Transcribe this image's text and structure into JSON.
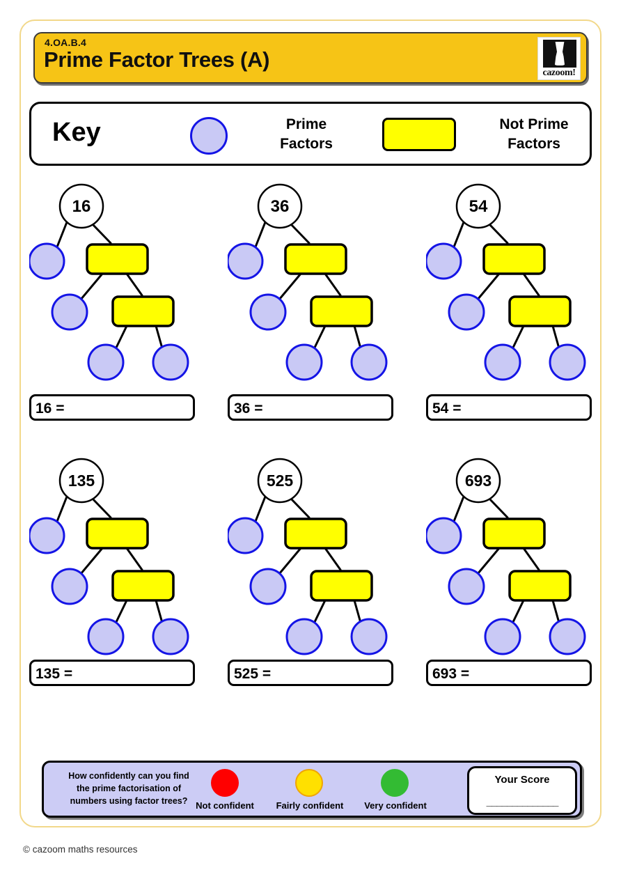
{
  "page": {
    "standard_code": "4.OA.B.4",
    "title": "Prime Factor Trees (A)",
    "copyright": "© cazoom maths resources",
    "logo_word": "cazoom!",
    "frame_color": "#f2d88a",
    "banner_color": "#f6c416"
  },
  "key": {
    "label": "Key",
    "prime_label": "Prime\nFactors",
    "prime_line1": "Prime",
    "prime_line2": "Factors",
    "not_prime_line1": "Not Prime",
    "not_prime_line2": "Factors",
    "prime_circle_fill": "#c9c9f5",
    "prime_circle_stroke": "#1414e6",
    "not_prime_fill": "#ffff00",
    "not_prime_stroke": "#000000"
  },
  "trees": [
    {
      "number": "16",
      "answer_prefix": "16 ="
    },
    {
      "number": "36",
      "answer_prefix": "36 ="
    },
    {
      "number": "54",
      "answer_prefix": "54 ="
    },
    {
      "number": "135",
      "answer_prefix": "135 ="
    },
    {
      "number": "525",
      "answer_prefix": "525 ="
    },
    {
      "number": "693",
      "answer_prefix": "693 ="
    }
  ],
  "confidence": {
    "question_line1": "How confidently can you find",
    "question_line2": "the prime factorisation of",
    "question_line3": "numbers using factor trees?",
    "question": "How confidently can you find the prime factorisation of numbers using factor trees?",
    "options": [
      {
        "label": "Not confident",
        "color": "#ff0000"
      },
      {
        "label": "Fairly confident",
        "color": "#ffe000"
      },
      {
        "label": "Very confident",
        "color": "#33bb33"
      }
    ],
    "score_title": "Your Score",
    "score_line": "______________",
    "background": "#ccccf5"
  }
}
